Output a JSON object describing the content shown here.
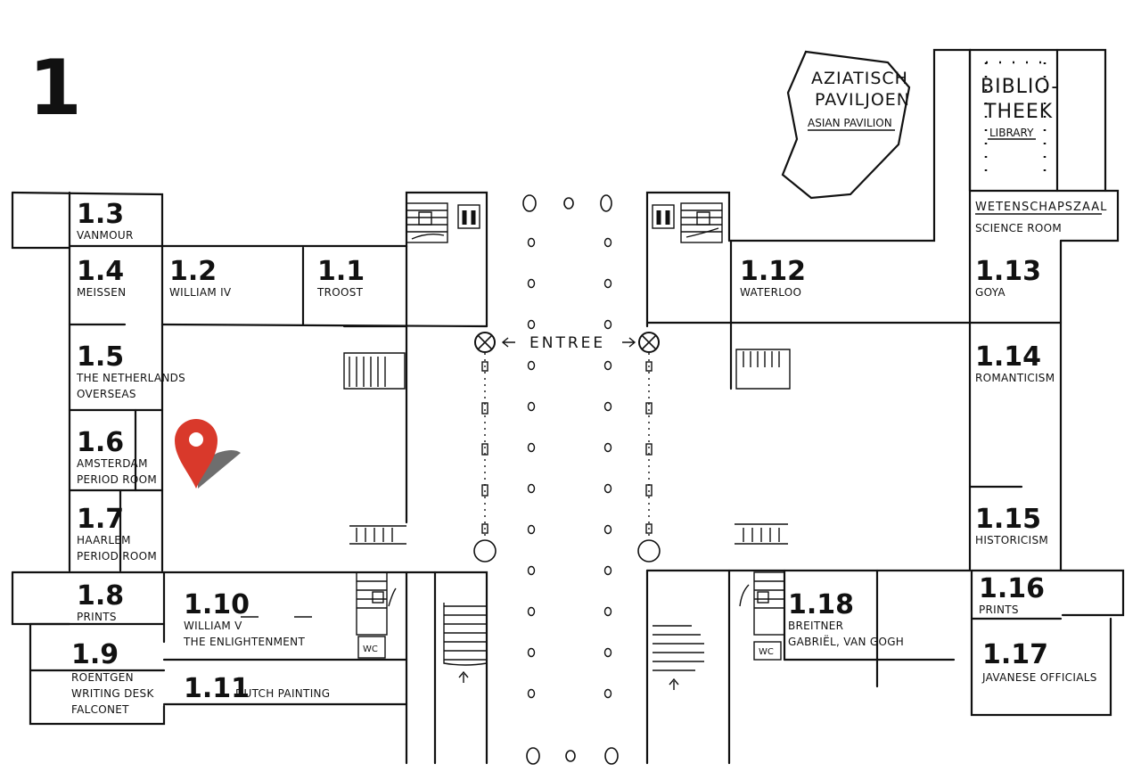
{
  "floor": "1",
  "rooms": [
    {
      "num": "1.3",
      "name": "VANMOUR"
    },
    {
      "num": "1.4",
      "name": "MEISSEN"
    },
    {
      "num": "1.2",
      "name": "WILLIAM IV"
    },
    {
      "num": "1.1",
      "name": "TROOST"
    },
    {
      "num": "1.5",
      "name": "THE NETHERLANDS",
      "name2": "OVERSEAS"
    },
    {
      "num": "1.6",
      "name": "AMSTERDAM",
      "name2": "PERIOD ROOM"
    },
    {
      "num": "1.7",
      "name": "HAARLEM",
      "name2": "PERIOD ROOM"
    },
    {
      "num": "1.8",
      "name": "PRINTS"
    },
    {
      "num": "1.9",
      "name": "ROENTGEN",
      "name2": "WRITING DESK",
      "name3": "FALCONET"
    },
    {
      "num": "1.10",
      "name": "WILLIAM V",
      "name2": "THE ENLIGHTENMENT"
    },
    {
      "num": "1.11",
      "name": "DUTCH PAINTING"
    },
    {
      "num": "1.12",
      "name": "WATERLOO"
    },
    {
      "num": "1.13",
      "name": "GOYA"
    },
    {
      "num": "1.14",
      "name": "ROMANTICISM"
    },
    {
      "num": "1.15",
      "name": "HISTORICISM"
    },
    {
      "num": "1.16",
      "name": "PRINTS"
    },
    {
      "num": "1.17",
      "name": "JAVANESE OFFICIALS"
    },
    {
      "num": "1.18",
      "name": "BREITNER",
      "name2": "GABRIËL, VAN GOGH"
    }
  ],
  "entrance_label": "ENTREE",
  "asian_pavilion": {
    "line1": "AZIATISCH",
    "line2": "PAVILJOEN",
    "line3": "ASIAN PAVILION"
  },
  "library": {
    "line1": "BIBLIO-",
    "line2": "THEEK",
    "line3": "LIBRARY"
  },
  "science_room": {
    "line1": "WETENSCHAPSZAAL",
    "line2": "SCIENCE ROOM"
  },
  "wc_label": "WC",
  "marker": {
    "room": "1.6",
    "color": "#d9392b",
    "icon": "location-pin-icon"
  }
}
